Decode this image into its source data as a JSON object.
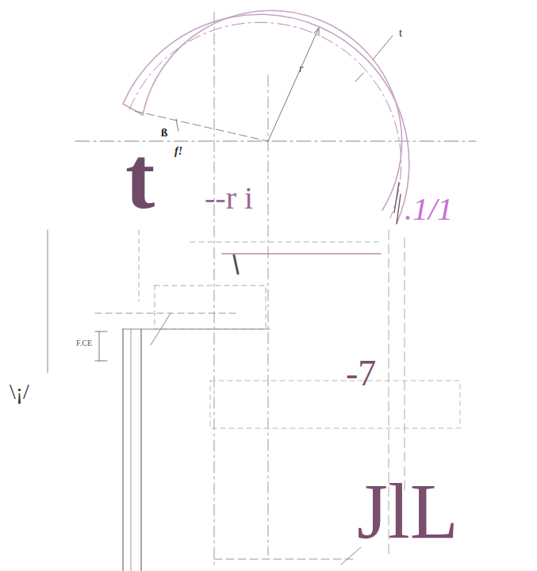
{
  "diagram": {
    "labels": [
      "t",
      "r",
      "ß",
      "f!",
      "t",
      "--r i",
      ".1/1",
      "-7",
      "JlL",
      "\\¡/",
      "F.CE"
    ]
  }
}
